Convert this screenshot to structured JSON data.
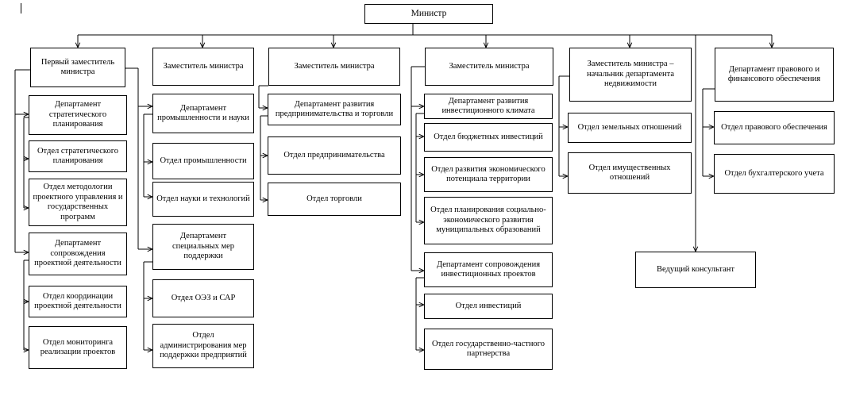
{
  "root": "Министр",
  "col1": {
    "head": "Первый заместитель министра",
    "d1": "Департамент стратегического планирования",
    "d1_o1": "Отдел стратегического планирования",
    "d1_o2": "Отдел методологии проектного управления и государственных программ",
    "d2": "Департамент сопровождения проектной деятельности",
    "d2_o1": "Отдел координации проектной деятельности",
    "d2_o2": "Отдел мониторинга реализации проектов"
  },
  "col2": {
    "head": "Заместитель министра",
    "d1": "Департамент промышленности и науки",
    "d1_o1": "Отдел промышленности",
    "d1_o2": "Отдел науки и технологий",
    "d2": "Департамент специальных мер поддержки",
    "d2_o1": "Отдел ОЭЗ и САР",
    "d2_o2": "Отдел администрирования мер поддержки предприятий"
  },
  "col3": {
    "head": "Заместитель министра",
    "d1": "Департамент развития предпринимательства и торговли",
    "d1_o1": "Отдел предпринимательства",
    "d1_o2": "Отдел торговли"
  },
  "col4": {
    "head": "Заместитель министра",
    "d1": "Департамент развития инвестиционного климата",
    "d1_o1": "Отдел бюджетных инвестиций",
    "d1_o2": "Отдел развития экономического потенциала территории",
    "d1_o3": "Отдел планирования социально-экономического развития муниципальных образований",
    "d2": "Департамент сопровождения инвестиционных проектов",
    "d2_o1": "Отдел инвестиций",
    "d2_o2": "Отдел государственно-частного партнерства"
  },
  "col5": {
    "head": "Заместитель министра – начальник департамента недвижимости",
    "o1": "Отдел земельных отношений",
    "o2": "Отдел имущественных отношений"
  },
  "col6": {
    "head": "Департамент правового и финансового обеспечения",
    "o1": "Отдел правового обеспечения",
    "o2": "Отдел бухгалтерского учета"
  },
  "consultant": "Ведущий консультант"
}
